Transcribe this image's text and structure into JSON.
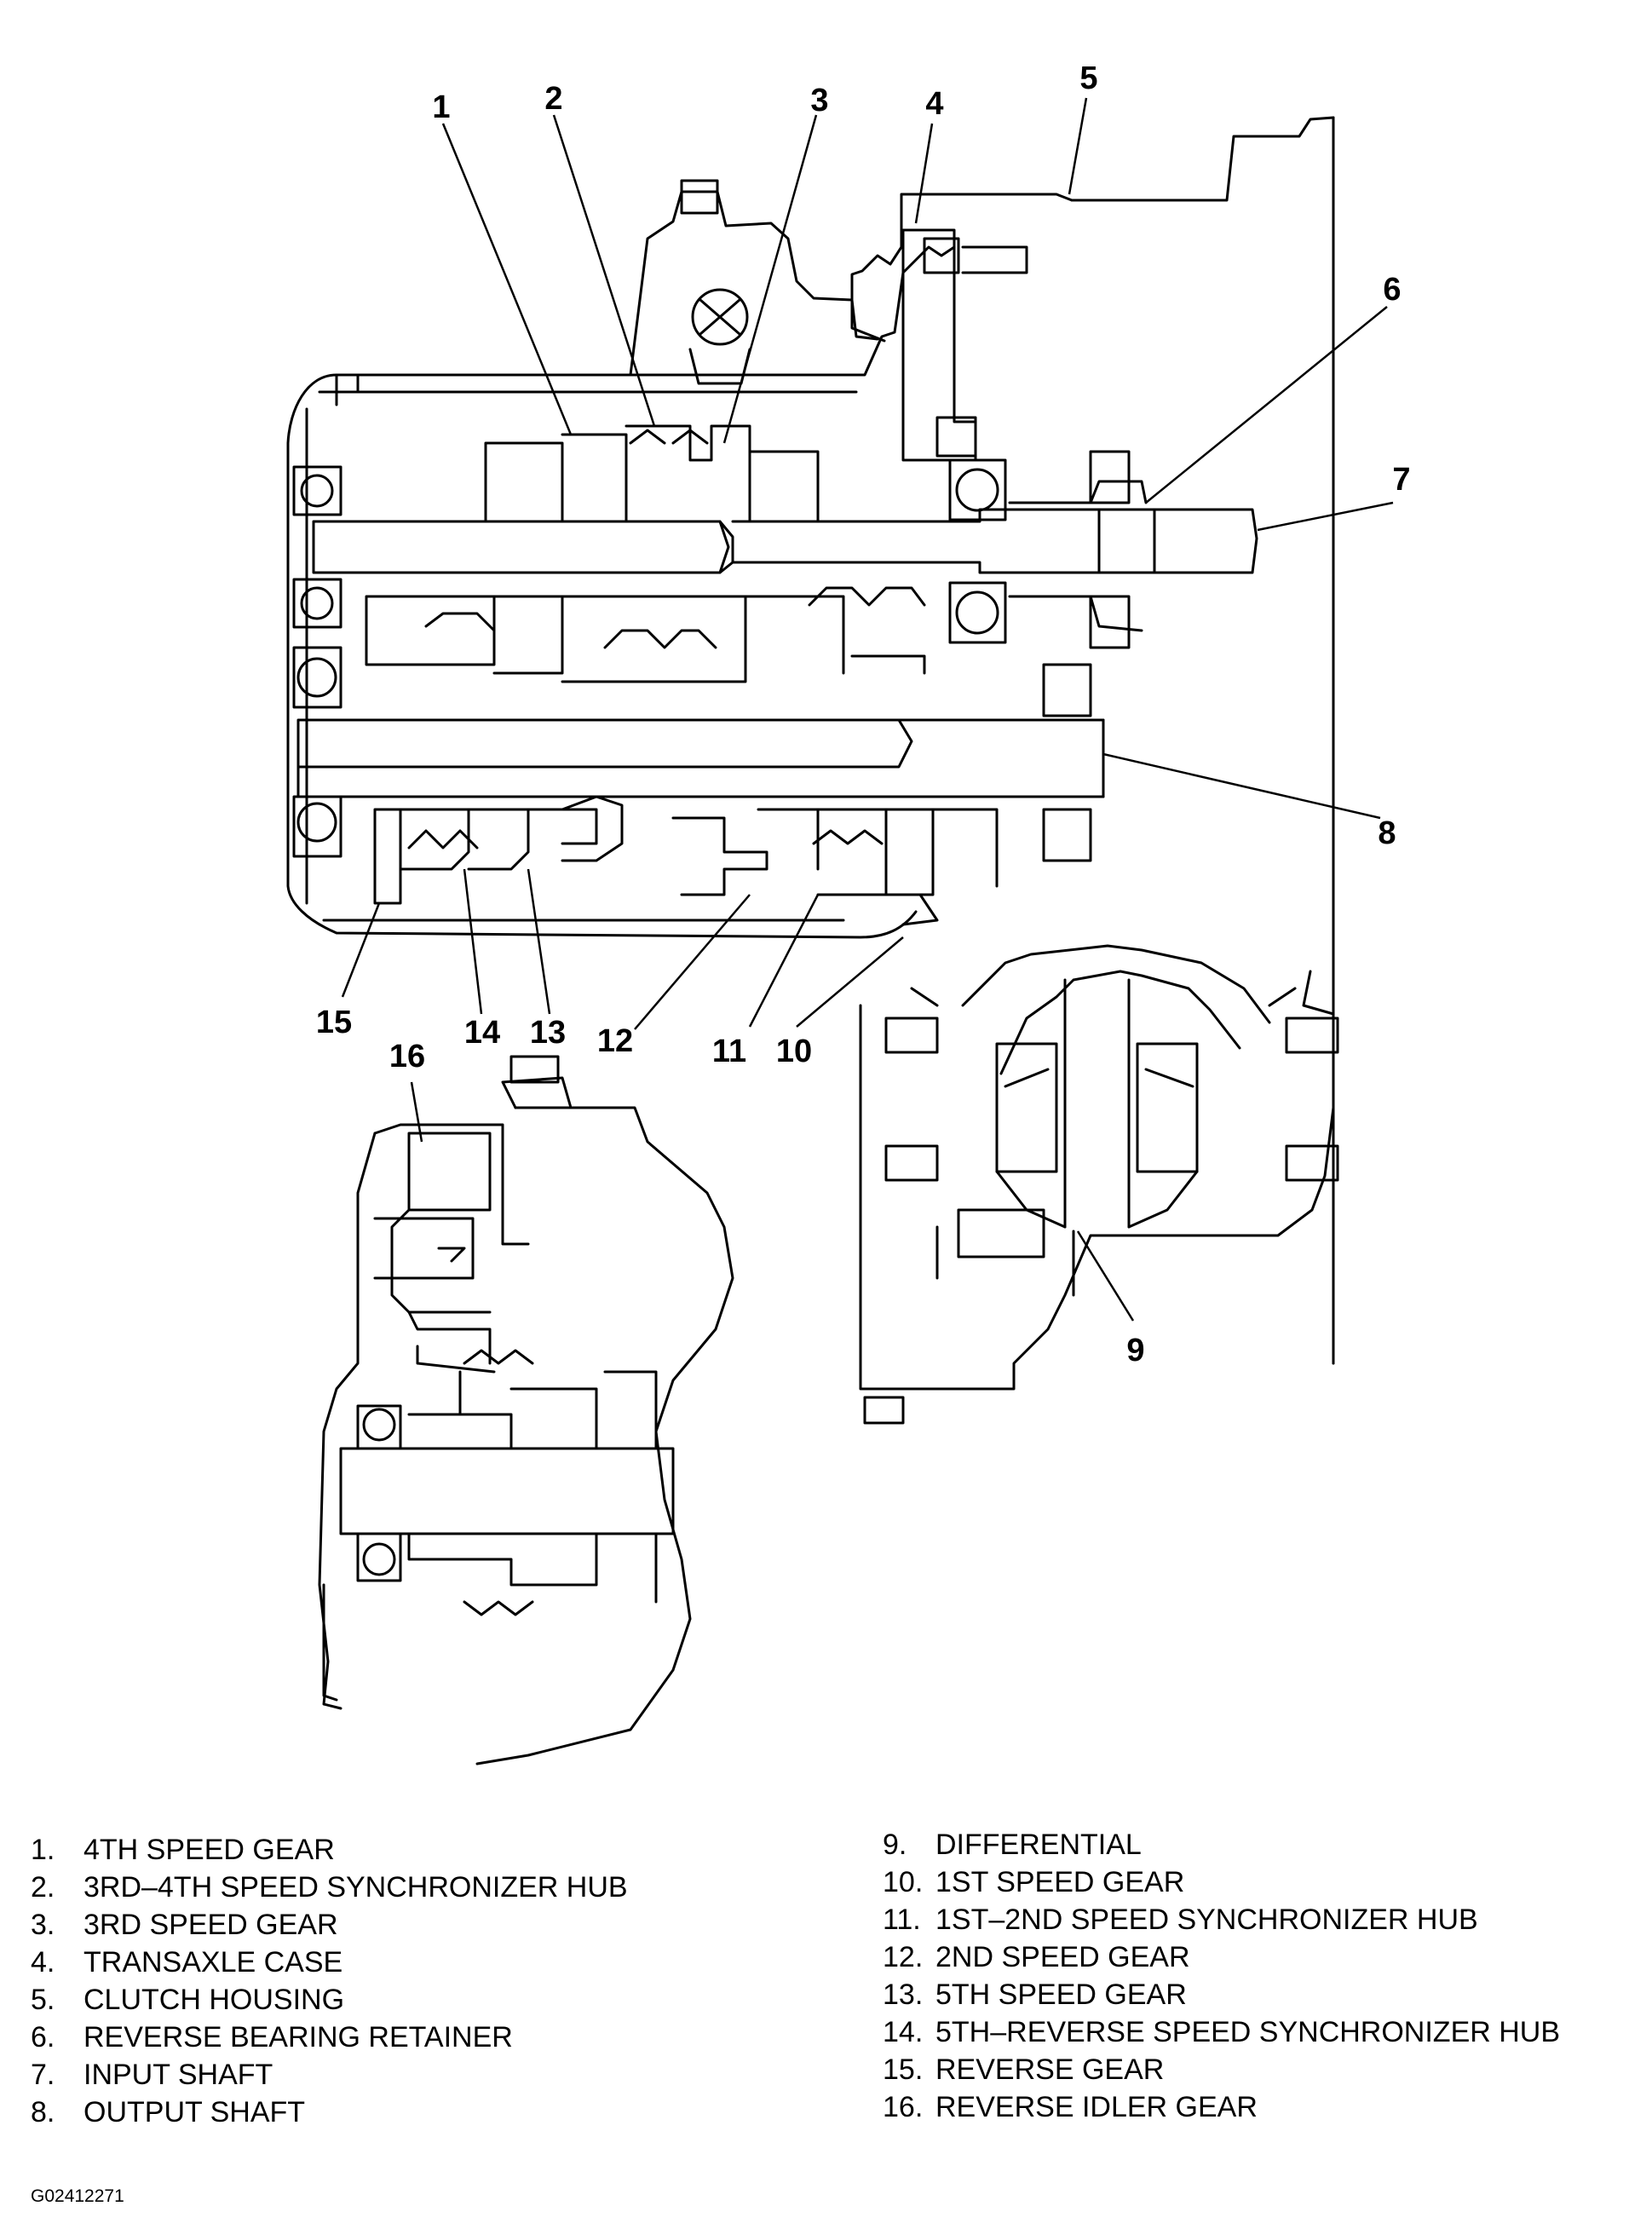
{
  "callouts": [
    {
      "n": "1"
    },
    {
      "n": "2"
    },
    {
      "n": "3"
    },
    {
      "n": "4"
    },
    {
      "n": "5"
    },
    {
      "n": "6"
    },
    {
      "n": "7"
    },
    {
      "n": "8"
    },
    {
      "n": "9"
    },
    {
      "n": "10"
    },
    {
      "n": "11"
    },
    {
      "n": "12"
    },
    {
      "n": "13"
    },
    {
      "n": "14"
    },
    {
      "n": "15"
    },
    {
      "n": "16"
    }
  ],
  "legend": [
    {
      "num": "1.",
      "label": "4TH SPEED GEAR"
    },
    {
      "num": "2.",
      "label": "3RD–4TH SPEED SYNCHRONIZER HUB"
    },
    {
      "num": "3.",
      "label": "3RD SPEED GEAR"
    },
    {
      "num": "4.",
      "label": "TRANSAXLE CASE"
    },
    {
      "num": "5.",
      "label": "CLUTCH HOUSING"
    },
    {
      "num": "6.",
      "label": "REVERSE BEARING RETAINER"
    },
    {
      "num": "7.",
      "label": "INPUT SHAFT"
    },
    {
      "num": "8.",
      "label": "OUTPUT SHAFT"
    },
    {
      "num": "9.",
      "label": "DIFFERENTIAL"
    },
    {
      "num": "10.",
      "label": "1ST SPEED GEAR"
    },
    {
      "num": "11.",
      "label": "1ST–2ND SPEED SYNCHRONIZER HUB"
    },
    {
      "num": "12.",
      "label": "2ND SPEED GEAR"
    },
    {
      "num": "13.",
      "label": "5TH SPEED GEAR"
    },
    {
      "num": "14.",
      "label": "5TH–REVERSE SPEED SYNCHRONIZER HUB"
    },
    {
      "num": "15.",
      "label": "REVERSE GEAR"
    },
    {
      "num": "16.",
      "label": "REVERSE IDLER GEAR"
    }
  ],
  "figure_code": "G02412271"
}
